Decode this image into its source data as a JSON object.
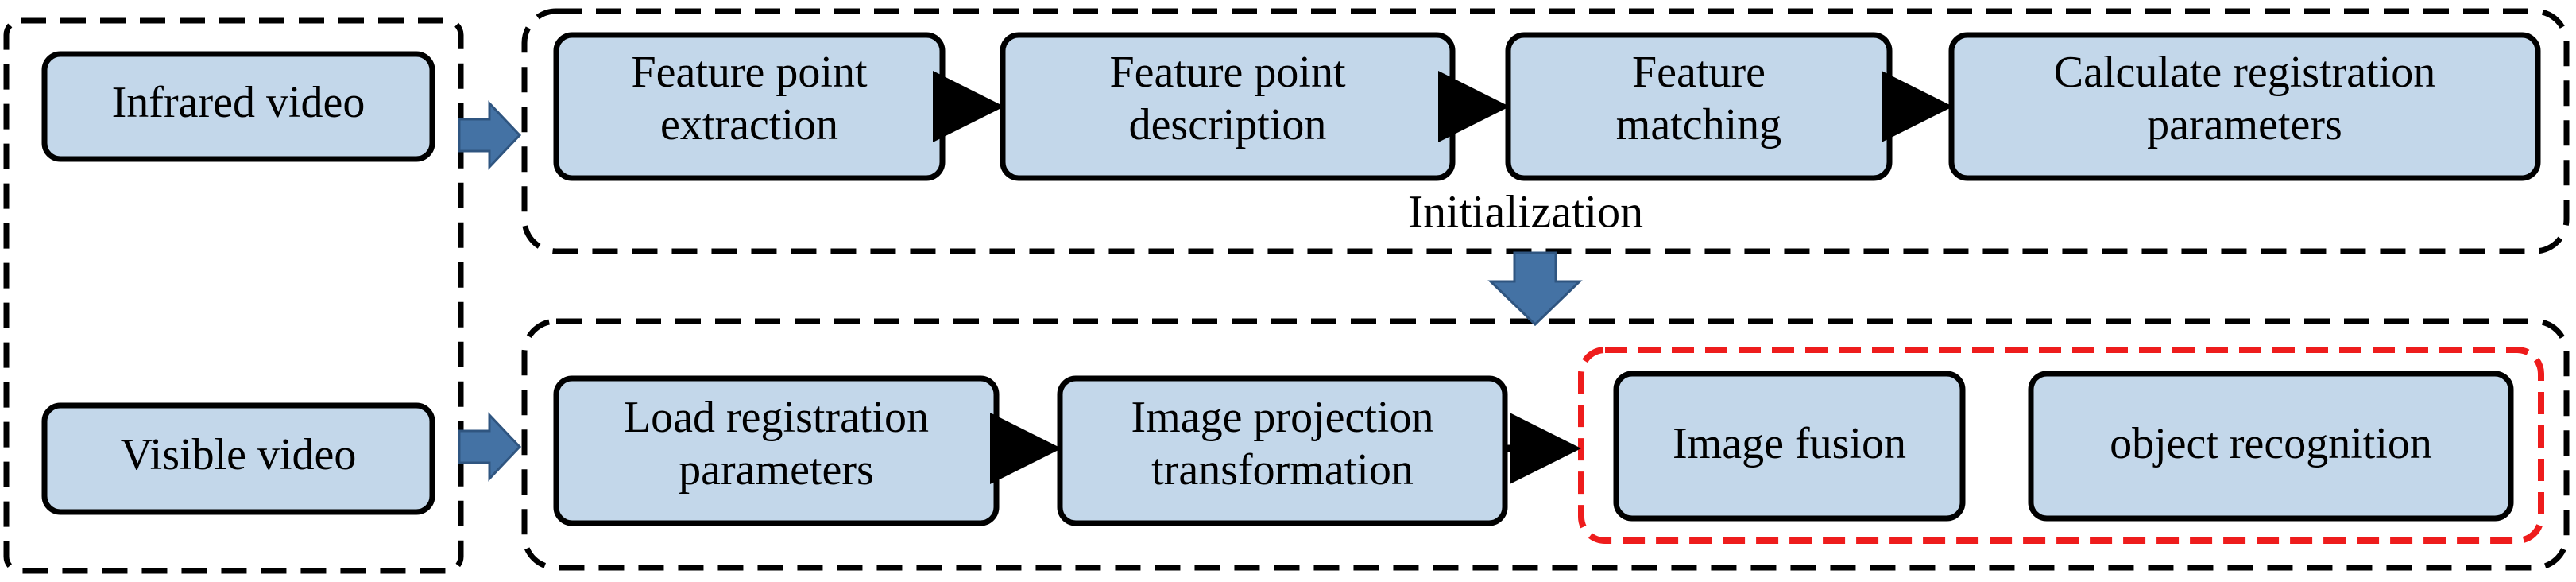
{
  "colors": {
    "box_fill": "#c3d7ea",
    "box_stroke": "#000000",
    "dashed_group": "#000000",
    "highlight_group": "#ee1c1c",
    "block_arrow": "#4472a4"
  },
  "inputs": {
    "infrared": "Infrared video",
    "visible": "Visible video"
  },
  "initialization": {
    "label": "Initialization",
    "steps": [
      {
        "line1": "Feature point",
        "line2": "extraction"
      },
      {
        "line1": "Feature point",
        "line2": "description"
      },
      {
        "line1": "Feature",
        "line2": "matching"
      },
      {
        "line1": "Calculate registration",
        "line2": "parameters"
      }
    ]
  },
  "runtime": {
    "steps": [
      {
        "line1": "Load registration",
        "line2": "parameters"
      },
      {
        "line1": "Image projection",
        "line2": "transformation"
      }
    ],
    "highlighted": [
      {
        "line1": "Image fusion"
      },
      {
        "line1": "object recognition"
      }
    ]
  }
}
